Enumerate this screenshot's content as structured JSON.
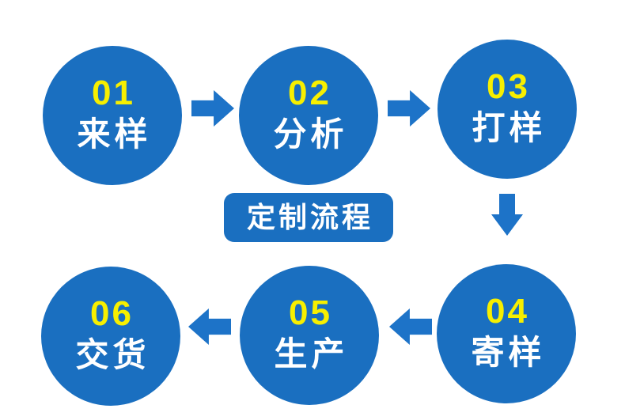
{
  "badge": {
    "label": "定制流程"
  },
  "steps": [
    {
      "number": "01",
      "label": "来样"
    },
    {
      "number": "02",
      "label": "分析"
    },
    {
      "number": "03",
      "label": "打样"
    },
    {
      "number": "04",
      "label": "寄样"
    },
    {
      "number": "05",
      "label": "生产"
    },
    {
      "number": "06",
      "label": "交货"
    }
  ],
  "arrows": [
    {
      "from": "01",
      "to": "02",
      "direction": "right"
    },
    {
      "from": "02",
      "to": "03",
      "direction": "right"
    },
    {
      "from": "03",
      "to": "04",
      "direction": "down"
    },
    {
      "from": "04",
      "to": "05",
      "direction": "left"
    },
    {
      "from": "05",
      "to": "06",
      "direction": "left"
    }
  ],
  "colors": {
    "circle_fill": "#1a6fc0",
    "arrow_fill": "#1d73c8",
    "badge_fill": "#1a6fc0",
    "step_number": "#f7ef00",
    "step_label": "#ffffff",
    "badge_text": "#ffffff",
    "background": "#ffffff"
  }
}
